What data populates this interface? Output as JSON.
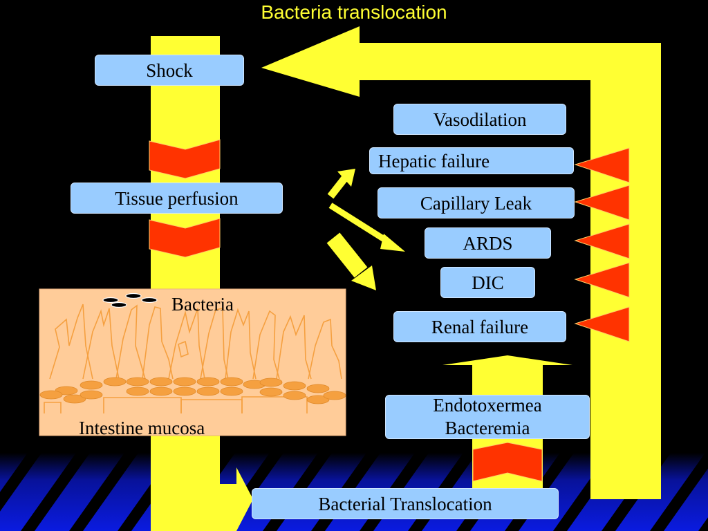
{
  "title": "Bacteria translocation",
  "nodes": {
    "shock": "Shock",
    "tissue_perfusion": "Tissue perfusion",
    "vasodilation": "Vasodilation",
    "hepatic_failure": "Hepatic failure",
    "capillary_leak": "Capillary Leak",
    "ards": "ARDS",
    "dic": "DIC",
    "renal_failure": "Renal failure",
    "endotoxemia_line1": "Endotoxermea",
    "endotoxemia_line2": "Bacteremia",
    "bacterial_translocation": "Bacterial Translocation"
  },
  "illustration": {
    "bacteria_label": "Bacteria",
    "mucosa_label": "Intestine mucosa"
  },
  "colors": {
    "background": "#000000",
    "arrow_yellow": "#ffff33",
    "box_fill": "#99ccff",
    "chevron_red": "#ff3300",
    "stripe_blue": "#0a1be0",
    "mucosa_fill": "#ffcc99",
    "cell_orange": "#f5a040"
  }
}
